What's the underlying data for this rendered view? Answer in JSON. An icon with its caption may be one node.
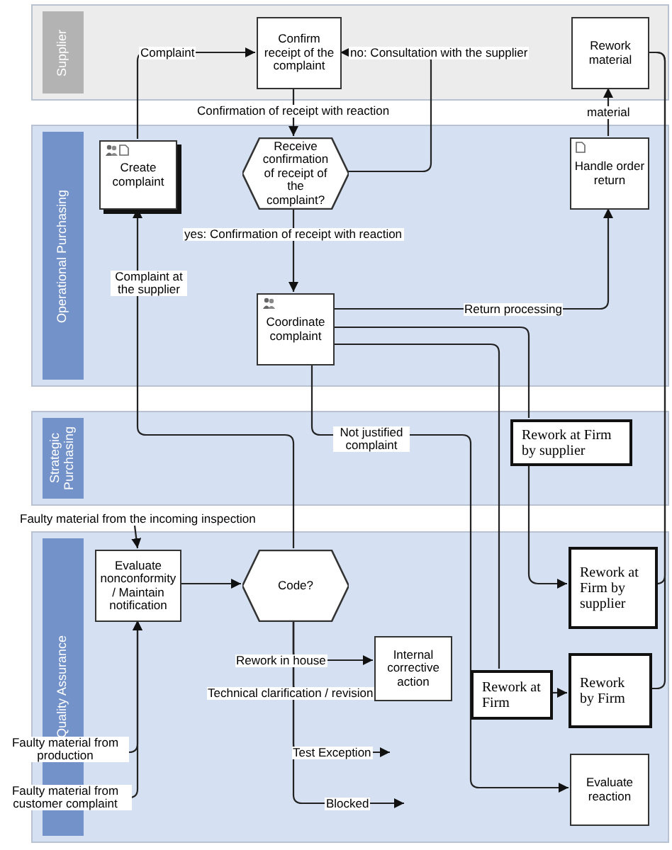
{
  "diagram": {
    "nodes": [
      {
        "text": [
          "Supplier"
        ]
      },
      {
        "text": [
          "Confirm receipt of the complaint"
        ],
        "in": 0
      },
      {
        "text": [
          "Rework material"
        ],
        "in": 0
      },
      {
        "text": [
          "Operational Purchasing"
        ]
      },
      {
        "text": [
          "Create complaint"
        ],
        "in": 3
      },
      {
        "text": [
          "Receive confirmation of receipt of the complaint?"
        ],
        "in": 3
      },
      {
        "text": [
          "Handle order return"
        ],
        "in": 3
      },
      {
        "text": [
          "Coordinate complaint"
        ],
        "in": 3
      },
      {
        "text": [
          "Strategic Purchasing"
        ]
      },
      {
        "text": [
          "Rework at Firm by supplier"
        ],
        "in": 8
      },
      {
        "text": [
          "Quality Assurance"
        ]
      },
      {
        "text": [
          "Evaluate nonconformity / Maintain notification"
        ],
        "in": 10
      },
      {
        "text": [
          "Code?"
        ],
        "in": 10
      },
      {
        "text": [
          "Internal corrective action"
        ],
        "in": 10
      },
      {
        "text": [
          "Rework at Firm by supplier"
        ],
        "in": 10
      },
      {
        "text": [
          "Rework at Firm"
        ],
        "in": 10
      },
      {
        "text": [
          "Rework by Firm"
        ],
        "in": 10
      },
      {
        "text": [
          "Evaluate reaction"
        ],
        "in": 10
      }
    ],
    "edges": [
      {
        "from": 4,
        "to": 1,
        "arrow": "to",
        "label": "Complaint"
      },
      {
        "from": 1,
        "to": 5,
        "arrow": "to",
        "label": "Confirmation of receipt with reaction"
      },
      {
        "from": 5,
        "to": 1,
        "arrow": "to",
        "label": "no: Consultation with the supplier"
      },
      {
        "from": 5,
        "to": 7,
        "arrow": "to",
        "label": "yes: Confirmation of receipt with reaction"
      },
      {
        "from": 6,
        "to": 2,
        "arrow": "to",
        "label": "material"
      },
      {
        "from": 7,
        "to": 6,
        "arrow": "to",
        "label": "Return processing"
      },
      {
        "from": 7,
        "to": 9,
        "arrow": "none"
      },
      {
        "from": 9,
        "to": 14,
        "arrow": "to"
      },
      {
        "from": 7,
        "to": 15,
        "arrow": "none"
      },
      {
        "from": 7,
        "to": 17,
        "arrow": "to",
        "label": "Not justified complaint"
      },
      {
        "from": 12,
        "to": 4,
        "arrow": "to",
        "label": "Complaint at the supplier"
      },
      {
        "from": null,
        "to": 11,
        "arrow": "to",
        "label": "Faulty material from the incoming inspection"
      },
      {
        "from": null,
        "to": 11,
        "arrow": "to",
        "label": "Faulty material from production"
      },
      {
        "from": null,
        "to": 11,
        "arrow": "to",
        "label": "Faulty material from customer complaint"
      },
      {
        "from": 11,
        "to": 12,
        "arrow": "to"
      },
      {
        "from": 12,
        "to": 13,
        "arrow": "to",
        "label": "Rework in house"
      },
      {
        "from": 12,
        "to": 13,
        "arrow": "to",
        "label": "Technical clarification / revision"
      },
      {
        "from": 12,
        "to": null,
        "arrow": "to",
        "label": "Test Exception"
      },
      {
        "from": 12,
        "to": null,
        "arrow": "to",
        "label": "Blocked"
      },
      {
        "from": 15,
        "to": 16,
        "arrow": "to"
      },
      {
        "from": 14,
        "to": 2,
        "arrow": "none"
      },
      {
        "from": 16,
        "to": 2,
        "arrow": "none"
      }
    ]
  }
}
